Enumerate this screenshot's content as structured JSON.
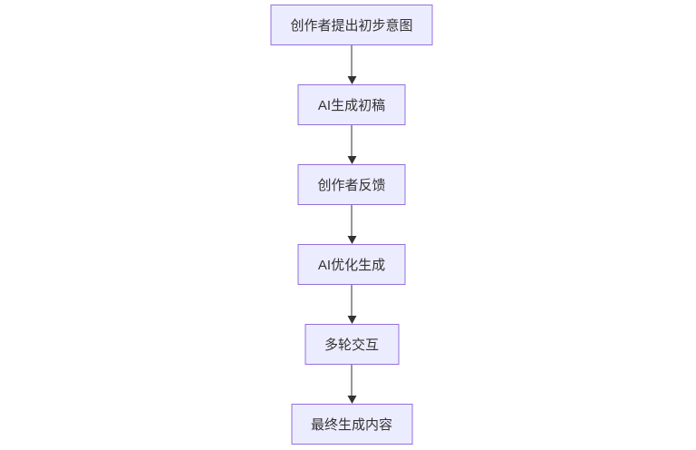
{
  "diagram": {
    "type": "flowchart",
    "direction": "top-down",
    "nodes": [
      {
        "id": "n1",
        "label": "创作者提出初步意图"
      },
      {
        "id": "n2",
        "label": "AI生成初稿"
      },
      {
        "id": "n3",
        "label": "创作者反馈"
      },
      {
        "id": "n4",
        "label": "AI优化生成"
      },
      {
        "id": "n5",
        "label": "多轮交互"
      },
      {
        "id": "n6",
        "label": "最终生成内容"
      }
    ],
    "edges": [
      {
        "from": "n1",
        "to": "n2"
      },
      {
        "from": "n2",
        "to": "n3"
      },
      {
        "from": "n3",
        "to": "n4"
      },
      {
        "from": "n4",
        "to": "n5"
      },
      {
        "from": "n5",
        "to": "n6"
      }
    ],
    "colors": {
      "node_fill": "#ECECFF",
      "node_border": "#9370DB",
      "text": "#333333",
      "arrow": "#333333",
      "background": "#ffffff"
    }
  }
}
